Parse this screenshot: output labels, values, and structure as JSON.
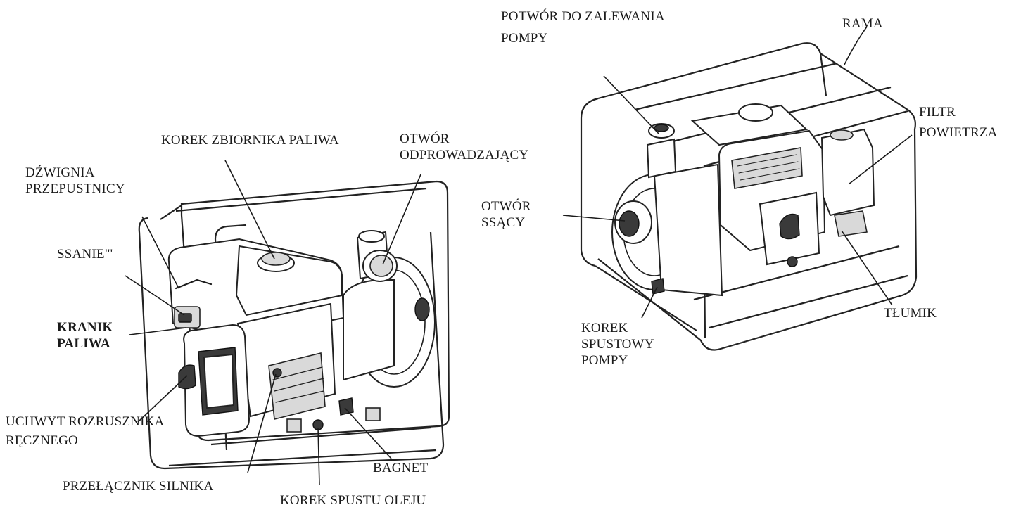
{
  "labels": {
    "korek_zbiornika": [
      "KOREK ZBIORNIKA PALIWA"
    ],
    "otwor_odprowadzajacy": [
      "OTWÓR",
      "ODPROWADZAJĄCY"
    ],
    "dzwignia_przepustnicy": [
      "DŹWIGNIA",
      "PRZEPUSTNICY"
    ],
    "ssanie": [
      "SSANIE\"'"
    ],
    "kranik_paliwa": [
      "KRANIK",
      "PALIWA"
    ],
    "uchwyt_rozrusznika": [
      "UCHWYT ROZRUSZNIKA",
      "RĘCZNEGO"
    ],
    "przelacznik_silnika": [
      "PRZEŁĄCZNIK SILNIKA"
    ],
    "korek_spustu_oleju": [
      "KOREK SPUSTU OLEJU"
    ],
    "bagnet": [
      "BAGNET"
    ],
    "otwor_zalewania": [
      "POTWÓR DO ZALEWANIA",
      "POMPY"
    ],
    "rama": [
      "RAMA"
    ],
    "filtr_powietrza": [
      "FILTR",
      "POWIETRZA"
    ],
    "otwor_ssacy": [
      "OTWÓR",
      "SSĄCY"
    ],
    "tlumik": [
      "TŁUMIK"
    ],
    "korek_spustowy_pompy": [
      "KOREK",
      "SPUSTOWY",
      "POMPY"
    ]
  }
}
